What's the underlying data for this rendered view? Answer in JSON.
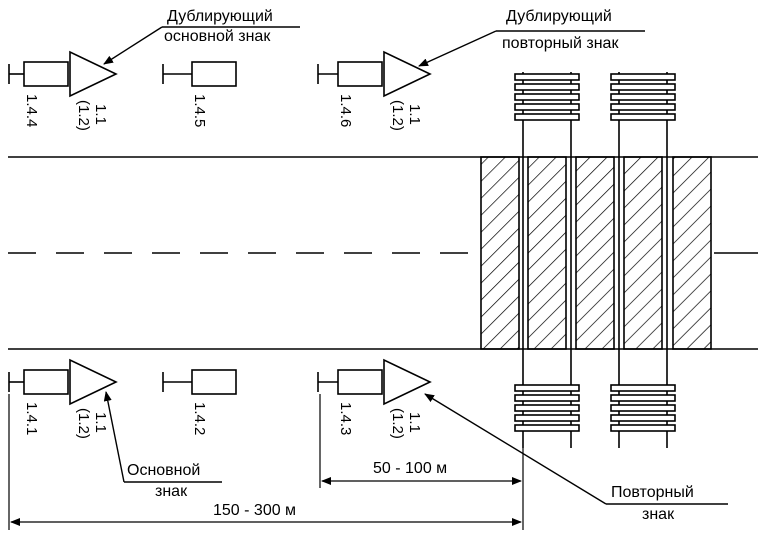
{
  "labels": {
    "dup_main_l1": "Дублирующий",
    "dup_main_l2": "основной знак",
    "dup_rep_l1": "Дублирующий",
    "dup_rep_l2": "повторный знак",
    "main_l1": "Основной",
    "main_l2": "знак",
    "rep_l1": "Повторный",
    "rep_l2": "знак"
  },
  "codes": {
    "c144": "1.4.4",
    "c145": "1.4.5",
    "c146": "1.4.6",
    "c141": "1.4.1",
    "c142": "1.4.2",
    "c143": "1.4.3",
    "tri_top1_a": "1.1",
    "tri_top1_b": "(1.2)",
    "tri_top2_a": "1.1",
    "tri_top2_b": "(1.2)",
    "tri_bot1_a": "1.1",
    "tri_bot1_b": "(1.2)",
    "tri_bot2_a": "1.1",
    "tri_bot2_b": "(1.2)"
  },
  "dimensions": {
    "short": "50 - 100 м",
    "long": "150 - 300 м"
  }
}
